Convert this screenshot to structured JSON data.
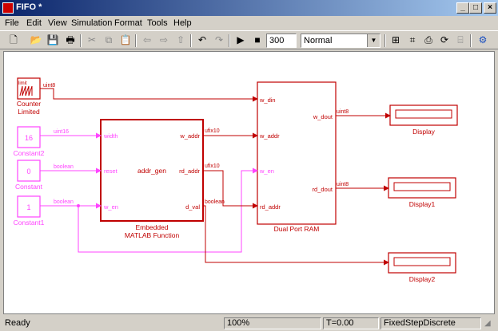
{
  "window": {
    "title": "FIFO *",
    "minimize": "_",
    "maximize": "□",
    "close": "×"
  },
  "menu": [
    "File",
    "Edit",
    "View",
    "Simulation",
    "Format",
    "Tools",
    "Help"
  ],
  "toolbar": {
    "stop_time": "300",
    "sim_mode": "Normal",
    "icons": [
      "new-icon",
      "open-icon",
      "save-icon",
      "print-icon",
      "cut-icon",
      "copy-icon",
      "paste-icon",
      "back-icon",
      "forward-icon",
      "up-icon",
      "undo-icon",
      "redo-icon",
      "start-icon",
      "stop-icon",
      "library-browser-icon",
      "model-explorer-icon",
      "debug-icon",
      "update-diagram-icon",
      "build-icon",
      "fixedpoint-icon"
    ]
  },
  "diagram": {
    "blocks": {
      "counter": {
        "label": "Counter\nLimited",
        "label1": "Counter",
        "label2": "Limited",
        "icon_text": "limit"
      },
      "constant2": {
        "value": "16",
        "label": "Constant2"
      },
      "constant": {
        "value": "0",
        "label": "Constant"
      },
      "constant1": {
        "value": "1",
        "label": "Constant1"
      },
      "addr_gen": {
        "name": "addr_gen",
        "label1": "Embedded",
        "label2": "MATLAB Function",
        "in_ports": [
          "width",
          "reset",
          "w_en"
        ],
        "out_ports": [
          "w_addr",
          "rd_addr",
          "d_val"
        ]
      },
      "ram": {
        "label": "Dual Port RAM",
        "in_ports": [
          "w_din",
          "w_addr",
          "w_en",
          "rd_addr"
        ],
        "out_ports": [
          "w_dout",
          "rd_dout"
        ]
      },
      "display": {
        "label": "Display"
      },
      "display1": {
        "label": "Display1"
      },
      "display2": {
        "label": "Display2"
      }
    },
    "signal_types": {
      "counter_out": "uint8",
      "constant2_out": "uint16",
      "constant_out": "boolean",
      "constant1_out": "boolean",
      "w_addr_out": "ufix10",
      "rd_addr_out": "ufix10",
      "d_val_out": "boolean",
      "w_dout_out": "uint8",
      "rd_dout_out": "uint8"
    },
    "colors": {
      "primary": "#c00000",
      "secondary": "#ff44ff"
    }
  },
  "status": {
    "state": "Ready",
    "zoom": "100%",
    "time": "T=0.00",
    "solver": "FixedStepDiscrete"
  }
}
